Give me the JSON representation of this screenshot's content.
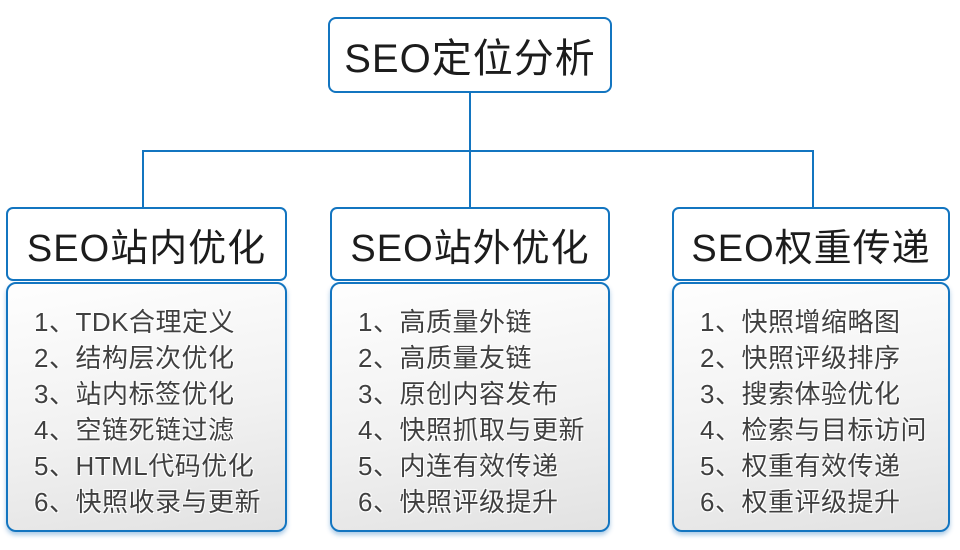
{
  "diagram": {
    "root": {
      "label": "SEO定位分析"
    },
    "branches": [
      {
        "title": "SEO站内优化",
        "items": [
          "1、TDK合理定义",
          "2、结构层次优化",
          "3、站内标签优化",
          "4、空链死链过滤",
          "5、HTML代码优化",
          "6、快照收录与更新"
        ]
      },
      {
        "title": "SEO站外优化",
        "items": [
          "1、高质量外链",
          "2、高质量友链",
          "3、原创内容发布",
          "4、快照抓取与更新",
          "5、内连有效传递",
          "6、快照评级提升"
        ]
      },
      {
        "title": "SEO权重传递",
        "items": [
          "1、快照增缩略图",
          "2、快照评级排序",
          "3、搜索体验优化",
          "4、检索与目标访问",
          "5、权重有效传递",
          "6、权重评级提升"
        ]
      }
    ]
  },
  "colors": {
    "line_blue": "#1375c0",
    "text_dark": "#1c1c1c",
    "list_text": "#404040",
    "box_fill_top": "#fdfdfd",
    "box_fill_bottom": "#e2e2e2"
  }
}
